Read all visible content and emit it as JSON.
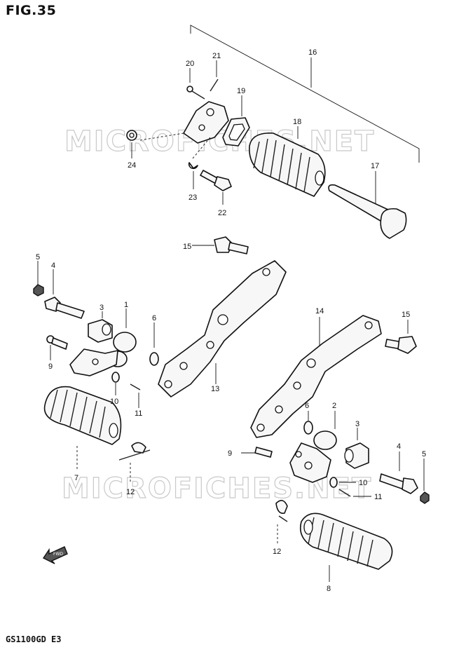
{
  "figure": {
    "title": "FIG.35",
    "model": "GS1100GD E3"
  },
  "watermark": {
    "text": "MICROFICHES.NET"
  },
  "forward_label": "FWD",
  "callouts": {
    "p1": "1",
    "p2": "2",
    "p3a": "3",
    "p3b": "3",
    "p4a": "4",
    "p4b": "4",
    "p5a": "5",
    "p5b": "5",
    "p6a": "6",
    "p6b": "6",
    "p7": "7",
    "p8": "8",
    "p9a": "9",
    "p9b": "9",
    "p10a": "10",
    "p10b": "10",
    "p11a": "11",
    "p11b": "11",
    "p12a": "12",
    "p12b": "12",
    "p13": "13",
    "p14": "14",
    "p15a": "15",
    "p15b": "15",
    "p16": "16",
    "p17": "17",
    "p18": "18",
    "p19": "19",
    "p20": "20",
    "p21": "21",
    "p22": "22",
    "p23": "23",
    "p24": "24"
  },
  "icons": {
    "forward_arrow": "fwd-arrow-icon"
  }
}
